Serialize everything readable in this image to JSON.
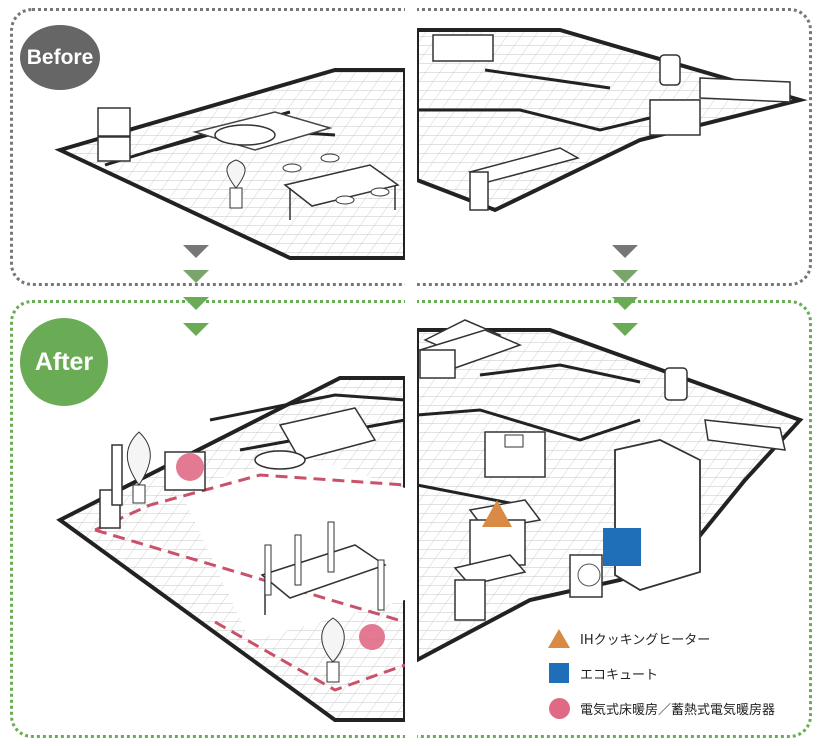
{
  "labels": {
    "before": "Before",
    "after": "After"
  },
  "colors": {
    "before_frame": "#777777",
    "after_frame": "#6aab55",
    "arrow_before": "#777777",
    "arrow_after": "#6aab55",
    "ih_heater": "#d98a45",
    "eco_cute": "#1f6fb8",
    "floor_heating": "#e06a86"
  },
  "legend": [
    {
      "symbol": "triangle-icon",
      "color": "#d98a45",
      "text": "IHクッキングヒーター"
    },
    {
      "symbol": "square-icon",
      "color": "#1f6fb8",
      "text": "エコキュート"
    },
    {
      "symbol": "circle-icon",
      "color": "#e06a86",
      "text": "電気式床暖房／蓄熱式電気暖房器"
    }
  ]
}
